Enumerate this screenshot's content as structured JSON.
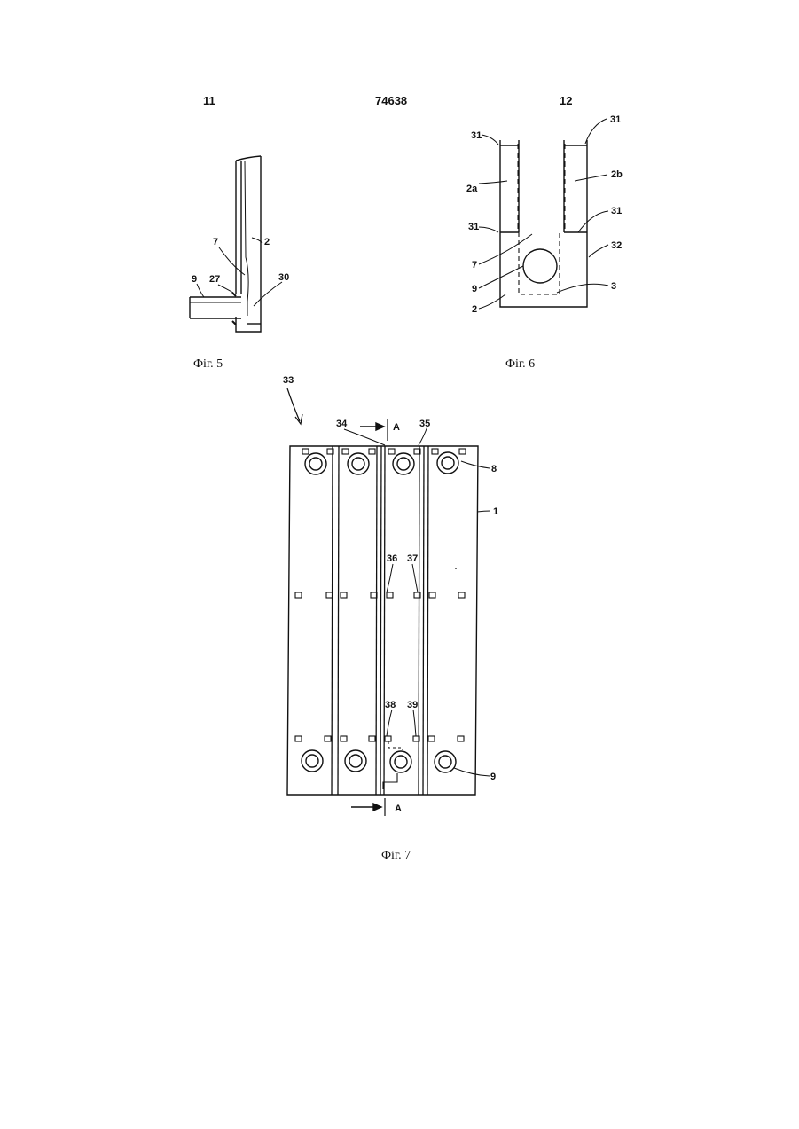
{
  "header": {
    "left_page": "11",
    "patent_number": "74638",
    "right_page": "12"
  },
  "figures": {
    "fig5": {
      "caption": "Фіг. 5",
      "labels": {
        "l2": "2",
        "l7": "7",
        "l9": "9",
        "l27": "27",
        "l30": "30"
      }
    },
    "fig6": {
      "caption": "Фіг. 6",
      "labels": {
        "l31a": "31",
        "l31b": "31",
        "l31c": "31",
        "l31d": "31",
        "l2a": "2a",
        "l2b": "2b",
        "l32": "32",
        "l7": "7",
        "l9": "9",
        "l3": "3",
        "l2": "2"
      }
    },
    "fig7": {
      "caption": "Фіг. 7",
      "labels": {
        "l33": "33",
        "l34": "34",
        "l35": "35",
        "lA1": "A",
        "lA2": "A",
        "l8": "8",
        "l1": "1",
        "l36": "36",
        "l37": "37",
        "l38": "38",
        "l39": "39",
        "l9": "9"
      }
    }
  }
}
